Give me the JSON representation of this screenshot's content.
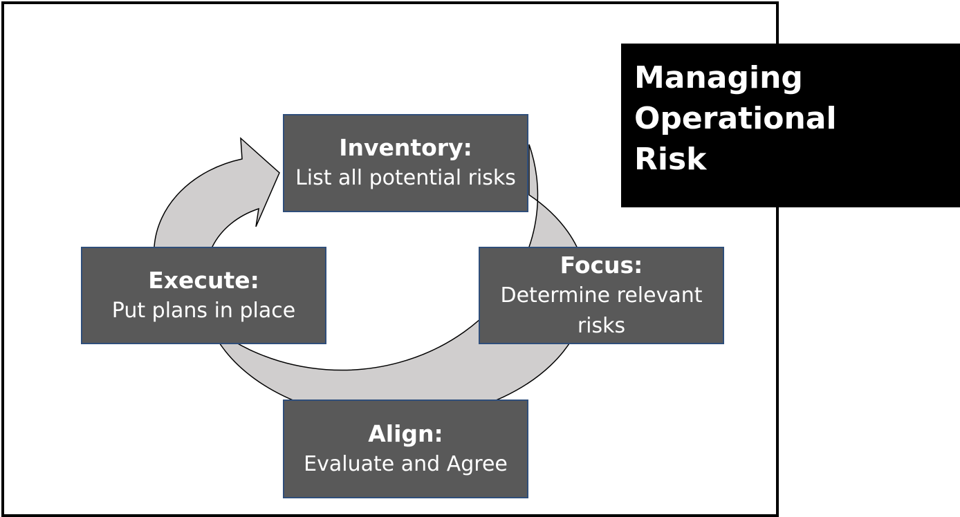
{
  "title": {
    "lines": [
      "Managing",
      "Operational",
      "Risk"
    ]
  },
  "steps": {
    "inventory": {
      "heading": "Inventory:",
      "text": "List all potential risks"
    },
    "focus": {
      "heading": "Focus:",
      "text": "Determine relevant risks"
    },
    "align": {
      "heading": "Align:",
      "text": "Evaluate and Agree"
    },
    "execute": {
      "heading": "Execute:",
      "text": "Put plans in place"
    }
  },
  "colors": {
    "box_fill": "#595959",
    "box_border": "#2f4e7a",
    "ring_fill": "#d0cece",
    "title_bg": "#000000"
  }
}
